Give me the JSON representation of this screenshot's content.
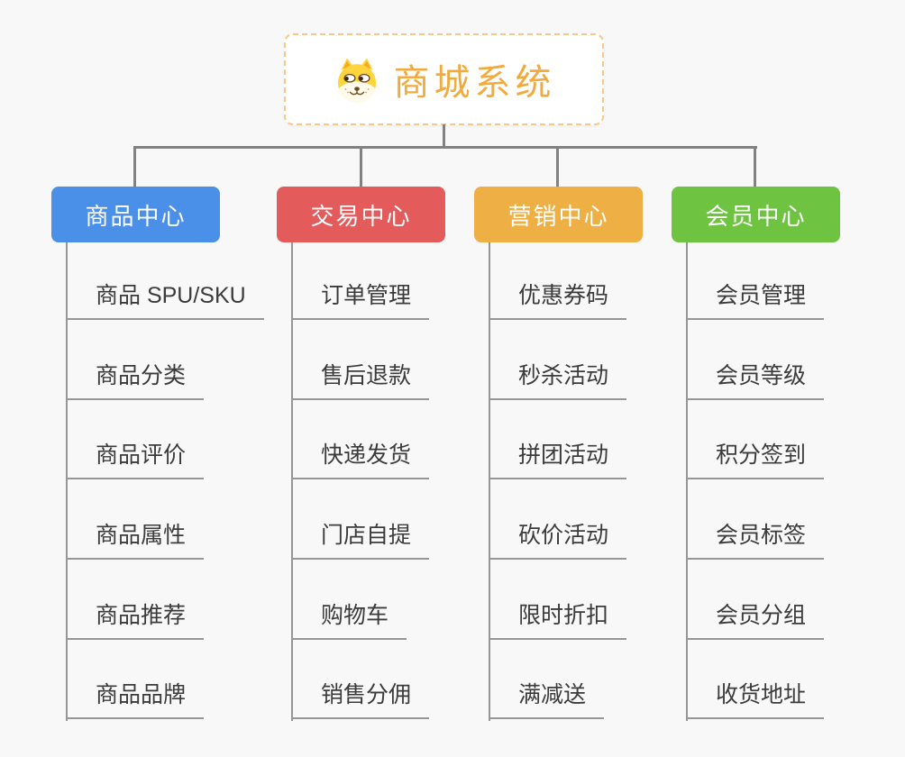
{
  "root": {
    "title": "商城系统",
    "icon": "doge-icon"
  },
  "colors": {
    "background": "#f8f8f8",
    "connector": "#828282",
    "leaf_line": "#969696",
    "leaf_text": "#3b3b3b",
    "root_border": "#f7c887",
    "root_title": "#f2aa3d"
  },
  "branches": [
    {
      "label": "商品中心",
      "color": "#4a90e8",
      "items": [
        "商品 SPU/SKU",
        "商品分类",
        "商品评价",
        "商品属性",
        "商品推荐",
        "商品品牌"
      ]
    },
    {
      "label": "交易中心",
      "color": "#e45b5b",
      "items": [
        "订单管理",
        "售后退款",
        "快递发货",
        "门店自提",
        "购物车",
        "销售分佣"
      ]
    },
    {
      "label": "营销中心",
      "color": "#eeb045",
      "items": [
        "优惠券码",
        "秒杀活动",
        "拼团活动",
        "砍价活动",
        "限时折扣",
        "满减送"
      ]
    },
    {
      "label": "会员中心",
      "color": "#6ec341",
      "items": [
        "会员管理",
        "会员等级",
        "积分签到",
        "会员标签",
        "会员分组",
        "收货地址"
      ]
    }
  ]
}
